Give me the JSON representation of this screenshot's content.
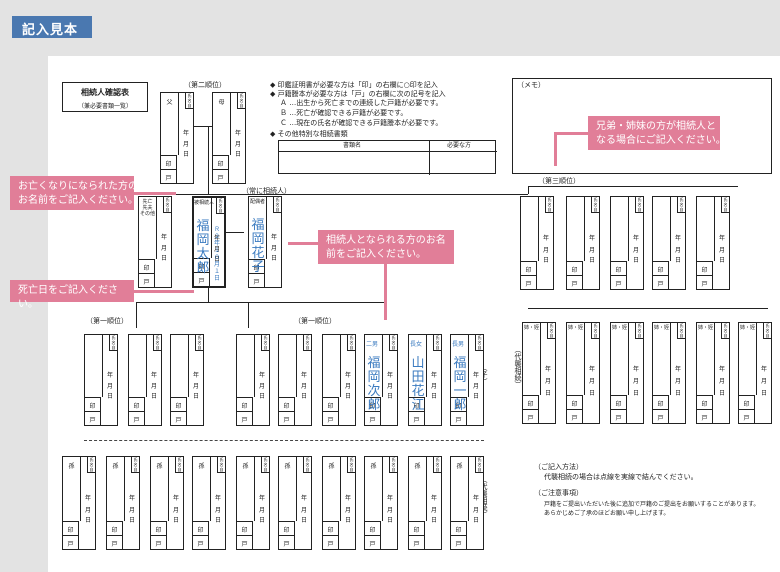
{
  "header": {
    "tab_label": "記入見本"
  },
  "title_box": {
    "title": "相続人確認表",
    "subtitle": "（兼必要書類一覧）"
  },
  "notes": {
    "n1": "◆ 印鑑証明書が必要な方は「印」の右欄に○印を記入",
    "n2": "◆ 戸籍謄本が必要な方は「戸」の右欄に次の記号を記入",
    "n3": "Ａ …出生から死亡までの連続した戸籍が必要です。",
    "n4": "Ｂ …死亡が確認できる戸籍が必要です。",
    "n5": "Ｃ …現在の氏名が確認できる戸籍謄本が必要です。",
    "n6": "◆ その他特別な相続書類",
    "col1": "書類名",
    "col2": "必要な方"
  },
  "memo": {
    "label": "（メモ）"
  },
  "labels": {
    "second_rank": "（第二順位）",
    "third_rank": "（第三順位）",
    "first_rank_left": "（第一順位）",
    "first_rank_right": "（第一順位）",
    "always_heir": "（常に相続人）",
    "father": "父",
    "mother": "母",
    "prior": "先亡\n先夫\nその他",
    "deceased": "被相続人",
    "spouse": "配偶者",
    "year": "年",
    "month": "月",
    "day": "日",
    "in": "印",
    "ko": "戸",
    "child_paren": "（子）",
    "proxy1": "（代襲相続）",
    "proxy2": "（代襲相続）",
    "mark": "氏名自",
    "sibling": "姉・姪",
    "grandchild": "孫"
  },
  "people": {
    "deceased_name": "福岡太郎",
    "deceased_date": "Ｒ２年１０月１日",
    "spouse_name": "福岡花子",
    "child1_rel": "二男",
    "child1_name": "福岡次郎",
    "child2_rel": "長女",
    "child2_name": "山田花江",
    "child3_rel": "長男",
    "child3_name": "福岡一郎"
  },
  "callouts": {
    "c1": "お亡くなりになられた方の\nお名前をご記入ください。",
    "c2": "死亡日をご記入ください。",
    "c3": "相続人となられる方のお名\n前をご記入ください。",
    "c4": "兄弟・姉妹の方が相続人と\nなる場合にご記入ください。"
  },
  "footer": {
    "h1": "（ご記入方法）",
    "b1": "代襲相続の場合は点線を実線で結んでください。",
    "h2": "（ご注意事項）",
    "b2": "戸籍をご提出いただいた後に追加で戸籍のご提出をお願いすることがあります。",
    "b3": "あらかじめご了承のほどお願い申し上げます。"
  },
  "colors": {
    "accent": "#4a78b0",
    "callout": "#e17e98",
    "name_blue": "#3b7bc0"
  }
}
